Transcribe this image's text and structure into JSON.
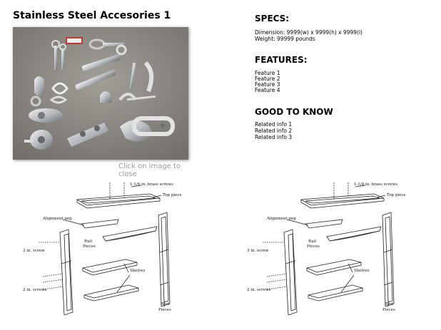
{
  "page": {
    "title": "Stainless Steel Accesories 1",
    "image_caption": "Click on image to close"
  },
  "specs": {
    "heading": "SPECS:",
    "dimension": "Dimension: 9999(w) x 9999(h) x 9999(l)",
    "weight": "Weight: 99999 pounds"
  },
  "features": {
    "heading": "FEATURES:",
    "items": [
      "Feature 1",
      "Feature 2",
      "Feature 3",
      "Feature 4"
    ]
  },
  "good_to_know": {
    "heading": "GOOD TO KNOW",
    "items": [
      "Related info 1",
      "Related info 2",
      "Related info 3"
    ]
  },
  "diagram_labels": {
    "brass_screws": "1-1/4 in. brass screws",
    "top_piece": "Top piece",
    "alignment_peg": "Alignment peg",
    "rail_pieces_1": "Rail",
    "rail_pieces_2": "Pieces",
    "three_in_screw": "3 in. screw",
    "shelves": "Shelves",
    "two_in_screws": "2 in. screws",
    "end_pieces_1": "End",
    "end_pieces_2": "Pieces"
  }
}
